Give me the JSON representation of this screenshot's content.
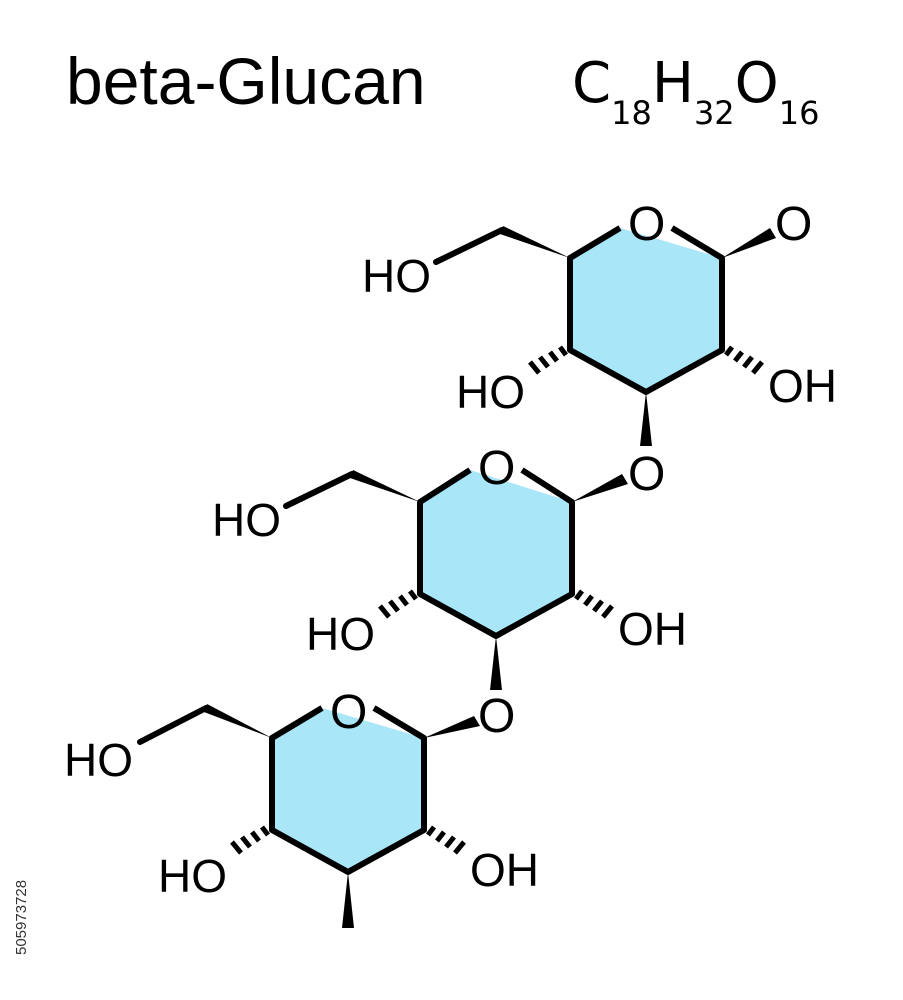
{
  "title": "beta-Glucan",
  "formula": {
    "parts": [
      {
        "el": "C",
        "n": "18"
      },
      {
        "el": "H",
        "n": "32"
      },
      {
        "el": "O",
        "n": "16"
      }
    ]
  },
  "colors": {
    "ring_fill": "#a8e6f8",
    "bond": "#000000",
    "background": "#ffffff"
  },
  "labels": {
    "ho": "HO",
    "oh": "OH",
    "o": "O"
  },
  "stock_id": "505973728"
}
